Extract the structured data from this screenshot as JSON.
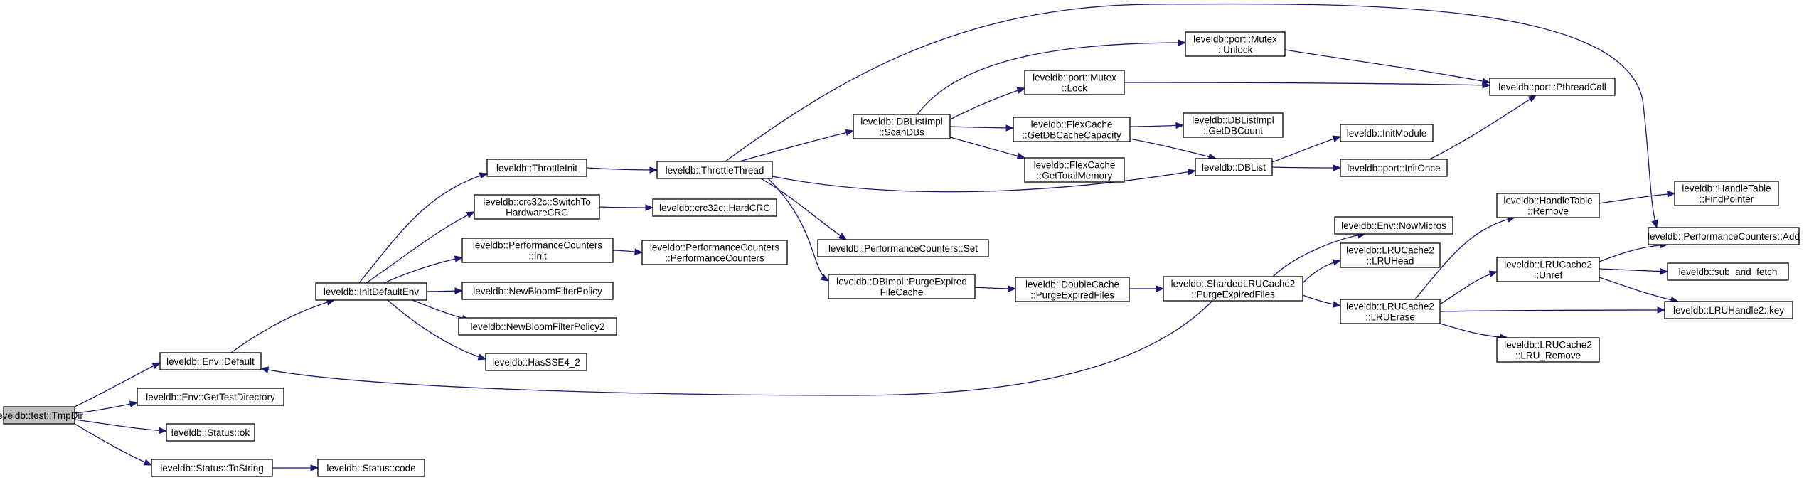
{
  "colors": {
    "edge": "#191970",
    "node_fill": "#ffffff",
    "root_fill": "#bfbfbf",
    "border": "#000000"
  },
  "nodes": [
    {
      "id": "tmpdir",
      "lines": [
        "leveldb::test::TmpDir"
      ],
      "root": true
    },
    {
      "id": "env_default",
      "lines": [
        "leveldb::Env::Default"
      ]
    },
    {
      "id": "env_gettestdir",
      "lines": [
        "leveldb::Env::GetTestDirectory"
      ]
    },
    {
      "id": "status_ok",
      "lines": [
        "leveldb::Status::ok"
      ]
    },
    {
      "id": "status_tostring",
      "lines": [
        "leveldb::Status::ToString"
      ]
    },
    {
      "id": "status_code",
      "lines": [
        "leveldb::Status::code"
      ]
    },
    {
      "id": "initdefaultenv",
      "lines": [
        "leveldb::InitDefaultEnv"
      ]
    },
    {
      "id": "throttleinit",
      "lines": [
        "leveldb::ThrottleInit"
      ]
    },
    {
      "id": "switchtohw",
      "lines": [
        "leveldb::crc32c::SwitchTo",
        "HardwareCRC"
      ]
    },
    {
      "id": "perfcounters_init",
      "lines": [
        "leveldb::PerformanceCounters",
        "::Init"
      ]
    },
    {
      "id": "newbloom",
      "lines": [
        "leveldb::NewBloomFilterPolicy"
      ]
    },
    {
      "id": "newbloom2",
      "lines": [
        "leveldb::NewBloomFilterPolicy2"
      ]
    },
    {
      "id": "hassse42",
      "lines": [
        "leveldb::HasSSE4_2"
      ]
    },
    {
      "id": "throttlethread",
      "lines": [
        "leveldb::ThrottleThread"
      ]
    },
    {
      "id": "hardcrc",
      "lines": [
        "leveldb::crc32c::HardCRC"
      ]
    },
    {
      "id": "perfcounters_ctor",
      "lines": [
        "leveldb::PerformanceCounters",
        "::PerformanceCounters"
      ]
    },
    {
      "id": "dblistimpl_scandbs",
      "lines": [
        "leveldb::DBListImpl",
        "::ScanDBs"
      ]
    },
    {
      "id": "perfcounters_set",
      "lines": [
        "leveldb::PerformanceCounters::Set"
      ]
    },
    {
      "id": "purgeexpiredfilecache",
      "lines": [
        "leveldb::DBImpl::PurgeExpired",
        "FileCache"
      ]
    },
    {
      "id": "mutex_unlock",
      "lines": [
        "leveldb::port::Mutex",
        "::Unlock"
      ]
    },
    {
      "id": "mutex_lock",
      "lines": [
        "leveldb::port::Mutex",
        "::Lock"
      ]
    },
    {
      "id": "flexcache_getdbcachecap",
      "lines": [
        "leveldb::FlexCache",
        "::GetDBCacheCapacity"
      ]
    },
    {
      "id": "flexcache_gettotalmem",
      "lines": [
        "leveldb::FlexCache",
        "::GetTotalMemory"
      ]
    },
    {
      "id": "dblistimpl_getdbcount",
      "lines": [
        "leveldb::DBListImpl",
        "::GetDBCount"
      ]
    },
    {
      "id": "dblist",
      "lines": [
        "leveldb::DBList"
      ]
    },
    {
      "id": "doublecache_purge",
      "lines": [
        "leveldb::DoubleCache",
        "::PurgeExpiredFiles"
      ]
    },
    {
      "id": "sharded_purge",
      "lines": [
        "leveldb::ShardedLRUCache2",
        "::PurgeExpiredFiles"
      ]
    },
    {
      "id": "pthreadcall",
      "lines": [
        "leveldb::port::PthreadCall"
      ]
    },
    {
      "id": "initmodule",
      "lines": [
        "leveldb::InitModule"
      ]
    },
    {
      "id": "initonce",
      "lines": [
        "leveldb::port::InitOnce"
      ]
    },
    {
      "id": "env_nowmicros",
      "lines": [
        "leveldb::Env::NowMicros"
      ]
    },
    {
      "id": "lrucache2_lruhead",
      "lines": [
        "leveldb::LRUCache2",
        "::LRUHead"
      ]
    },
    {
      "id": "lrucache2_lruerase",
      "lines": [
        "leveldb::LRUCache2",
        "::LRUErase"
      ]
    },
    {
      "id": "handletable_remove",
      "lines": [
        "leveldb::HandleTable",
        "::Remove"
      ]
    },
    {
      "id": "lrucache2_unref",
      "lines": [
        "leveldb::LRUCache2",
        "::Unref"
      ]
    },
    {
      "id": "lrucache2_lruremove",
      "lines": [
        "leveldb::LRUCache2",
        "::LRU_Remove"
      ]
    },
    {
      "id": "handletable_findpointer",
      "lines": [
        "leveldb::HandleTable",
        "::FindPointer"
      ]
    },
    {
      "id": "perfcounters_add",
      "lines": [
        "leveldb::PerformanceCounters::Add"
      ]
    },
    {
      "id": "sub_and_fetch",
      "lines": [
        "leveldb::sub_and_fetch"
      ]
    },
    {
      "id": "lruhandle2_key",
      "lines": [
        "leveldb::LRUHandle2::key"
      ]
    }
  ]
}
